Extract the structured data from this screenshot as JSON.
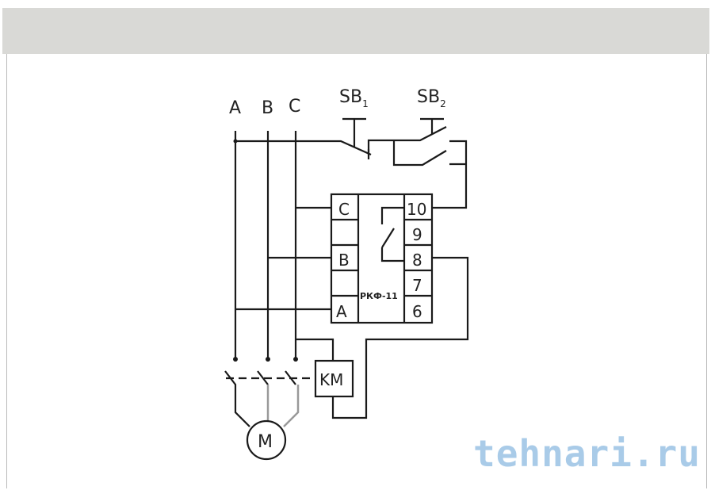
{
  "phases": [
    "A",
    "B",
    "C"
  ],
  "buttons": [
    {
      "label": "SB",
      "sub": "1"
    },
    {
      "label": "SB",
      "sub": "2"
    }
  ],
  "relay": {
    "model": "РКФ-11",
    "left_terminals": [
      "C",
      "",
      "B",
      "",
      "A"
    ],
    "right_terminals": [
      "10",
      "9",
      "8",
      "7",
      "6"
    ]
  },
  "contactor": "KM",
  "motor": "M",
  "watermark": "tehnari.ru"
}
